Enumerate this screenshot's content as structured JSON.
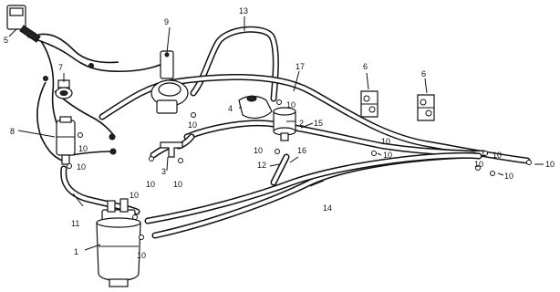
{
  "callouts": [
    {
      "id": "c1",
      "text": "1"
    },
    {
      "id": "c2",
      "text": "2"
    },
    {
      "id": "c3",
      "text": "3"
    },
    {
      "id": "c4",
      "text": "4"
    },
    {
      "id": "c5",
      "text": "5"
    },
    {
      "id": "c6a",
      "text": "6"
    },
    {
      "id": "c6b",
      "text": "6"
    },
    {
      "id": "c7",
      "text": "7"
    },
    {
      "id": "c8",
      "text": "8"
    },
    {
      "id": "c9",
      "text": "9"
    },
    {
      "id": "c10a",
      "text": "10"
    },
    {
      "id": "c10b",
      "text": "10"
    },
    {
      "id": "c10c",
      "text": "10"
    },
    {
      "id": "c10d",
      "text": "10"
    },
    {
      "id": "c10e",
      "text": "10"
    },
    {
      "id": "c10f",
      "text": "10"
    },
    {
      "id": "c10g",
      "text": "10"
    },
    {
      "id": "c10h",
      "text": "10"
    },
    {
      "id": "c10i",
      "text": "10"
    },
    {
      "id": "c10j",
      "text": "10"
    },
    {
      "id": "c10k",
      "text": "10"
    },
    {
      "id": "c10l",
      "text": "10"
    },
    {
      "id": "c10m",
      "text": "10"
    },
    {
      "id": "c10n",
      "text": "10"
    },
    {
      "id": "c10o",
      "text": "10"
    },
    {
      "id": "c11",
      "text": "11"
    },
    {
      "id": "c12",
      "text": "12"
    },
    {
      "id": "c13",
      "text": "13"
    },
    {
      "id": "c14",
      "text": "14"
    },
    {
      "id": "c15",
      "text": "15"
    },
    {
      "id": "c16",
      "text": "16"
    },
    {
      "id": "c17",
      "text": "17"
    }
  ]
}
